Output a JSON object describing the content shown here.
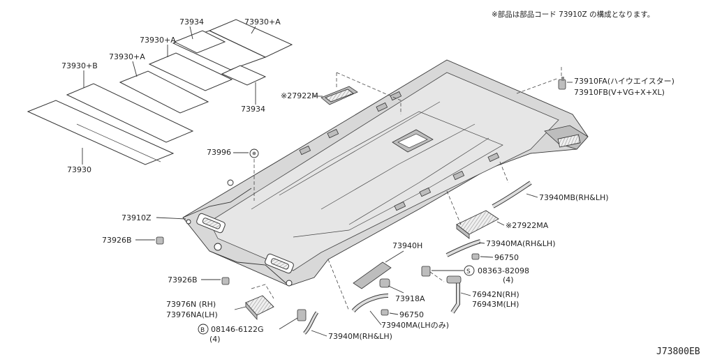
{
  "note": "※部品は部品コード 73910Z の構成となります。",
  "diagram_code": "J73800EB",
  "labels": {
    "p73934_top": "73934",
    "p73930A_top": "73930+A",
    "p73930A_2": "73930+A",
    "p73930A_3": "73930+A",
    "p73930B": "73930+B",
    "p73934_bottom": "73934",
    "p73930": "73930",
    "p27922M": "27922M",
    "p73910FA": "73910FA(ハイウエイスター)",
    "p73910FB": "73910FB(V+VG+X+XL)",
    "p73996": "73996",
    "p73910Z": "73910Z",
    "p73926B_1": "73926B",
    "p73926B_2": "73926B",
    "p73940MB": "73940MB(RH&LH)",
    "p27922MA": "27922MA",
    "p73940H": "73940H",
    "p73940MA_rhlh": "73940MA(RH&LH)",
    "p96750_1": "96750",
    "p08363": "08363-82098",
    "p08363_qty": "(4)",
    "p76942N": "76942N(RH)",
    "p76943M": "76943M(LH)",
    "p73918A": "73918A",
    "p96750_2": "96750",
    "p73976N": "73976N (RH)",
    "p73976NA": "73976NA(LH)",
    "p08146": "08146-6122G",
    "p08146_qty": "(4)",
    "p73940MA_lh": "73940MA(LHのみ)",
    "p73940M": "73940M(RH&LH)"
  },
  "symbols": {
    "asterisk": "※",
    "bolt_b": "B",
    "screw_s": "S"
  }
}
